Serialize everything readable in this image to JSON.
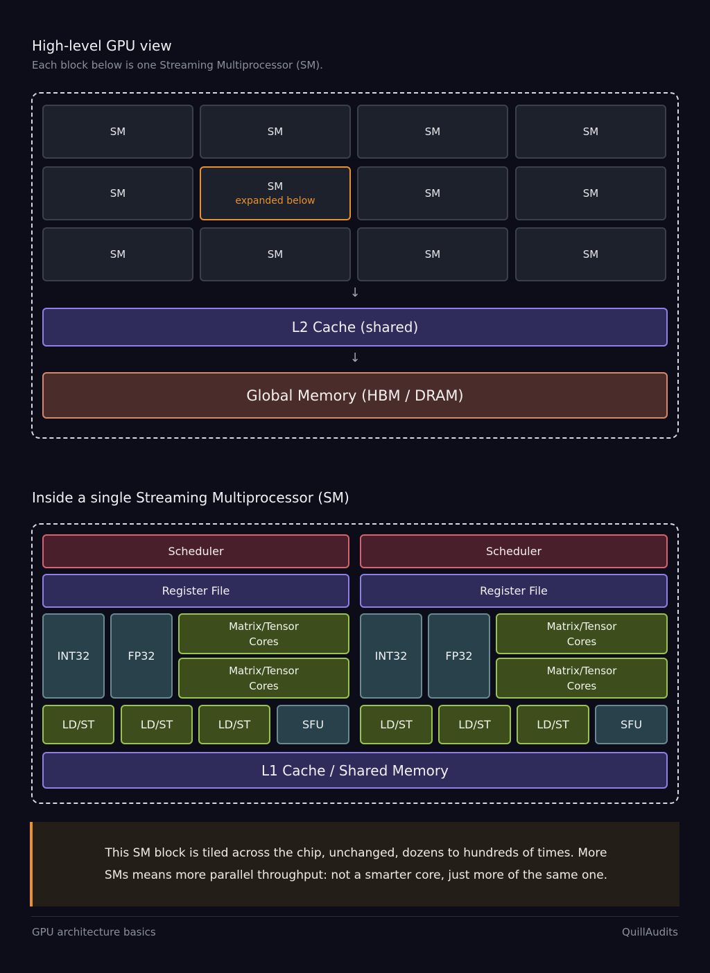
{
  "top": {
    "title": "High-level GPU view",
    "subtitle": "Each block below is one Streaming Multiprocessor (SM).",
    "sm_label": "SM",
    "expanded_note": "expanded below",
    "l2": "L2 Cache (shared)",
    "global_memory": "Global Memory (HBM / DRAM)"
  },
  "sm_detail": {
    "title": "Inside a single Streaming Multiprocessor (SM)",
    "scheduler": "Scheduler",
    "register_file": "Register File",
    "int32": "INT32",
    "fp32": "FP32",
    "tensor_line1": "Matrix/Tensor",
    "tensor_line2": "Cores",
    "ldst": "LD/ST",
    "sfu": "SFU",
    "l1": "L1 Cache / Shared Memory"
  },
  "note": {
    "line1": "This SM block is tiled across the chip, unchanged, dozens to hundreds of times. More",
    "line2": "SMs means more parallel throughput: not a smarter core, just more of the same one."
  },
  "footer": {
    "left": "GPU architecture basics",
    "right": "QuillAudits"
  },
  "colors": {
    "accent_orange": "#e8912e",
    "purple": "#8f7fe6",
    "red": "#d7636f",
    "green": "#9ac34f"
  }
}
